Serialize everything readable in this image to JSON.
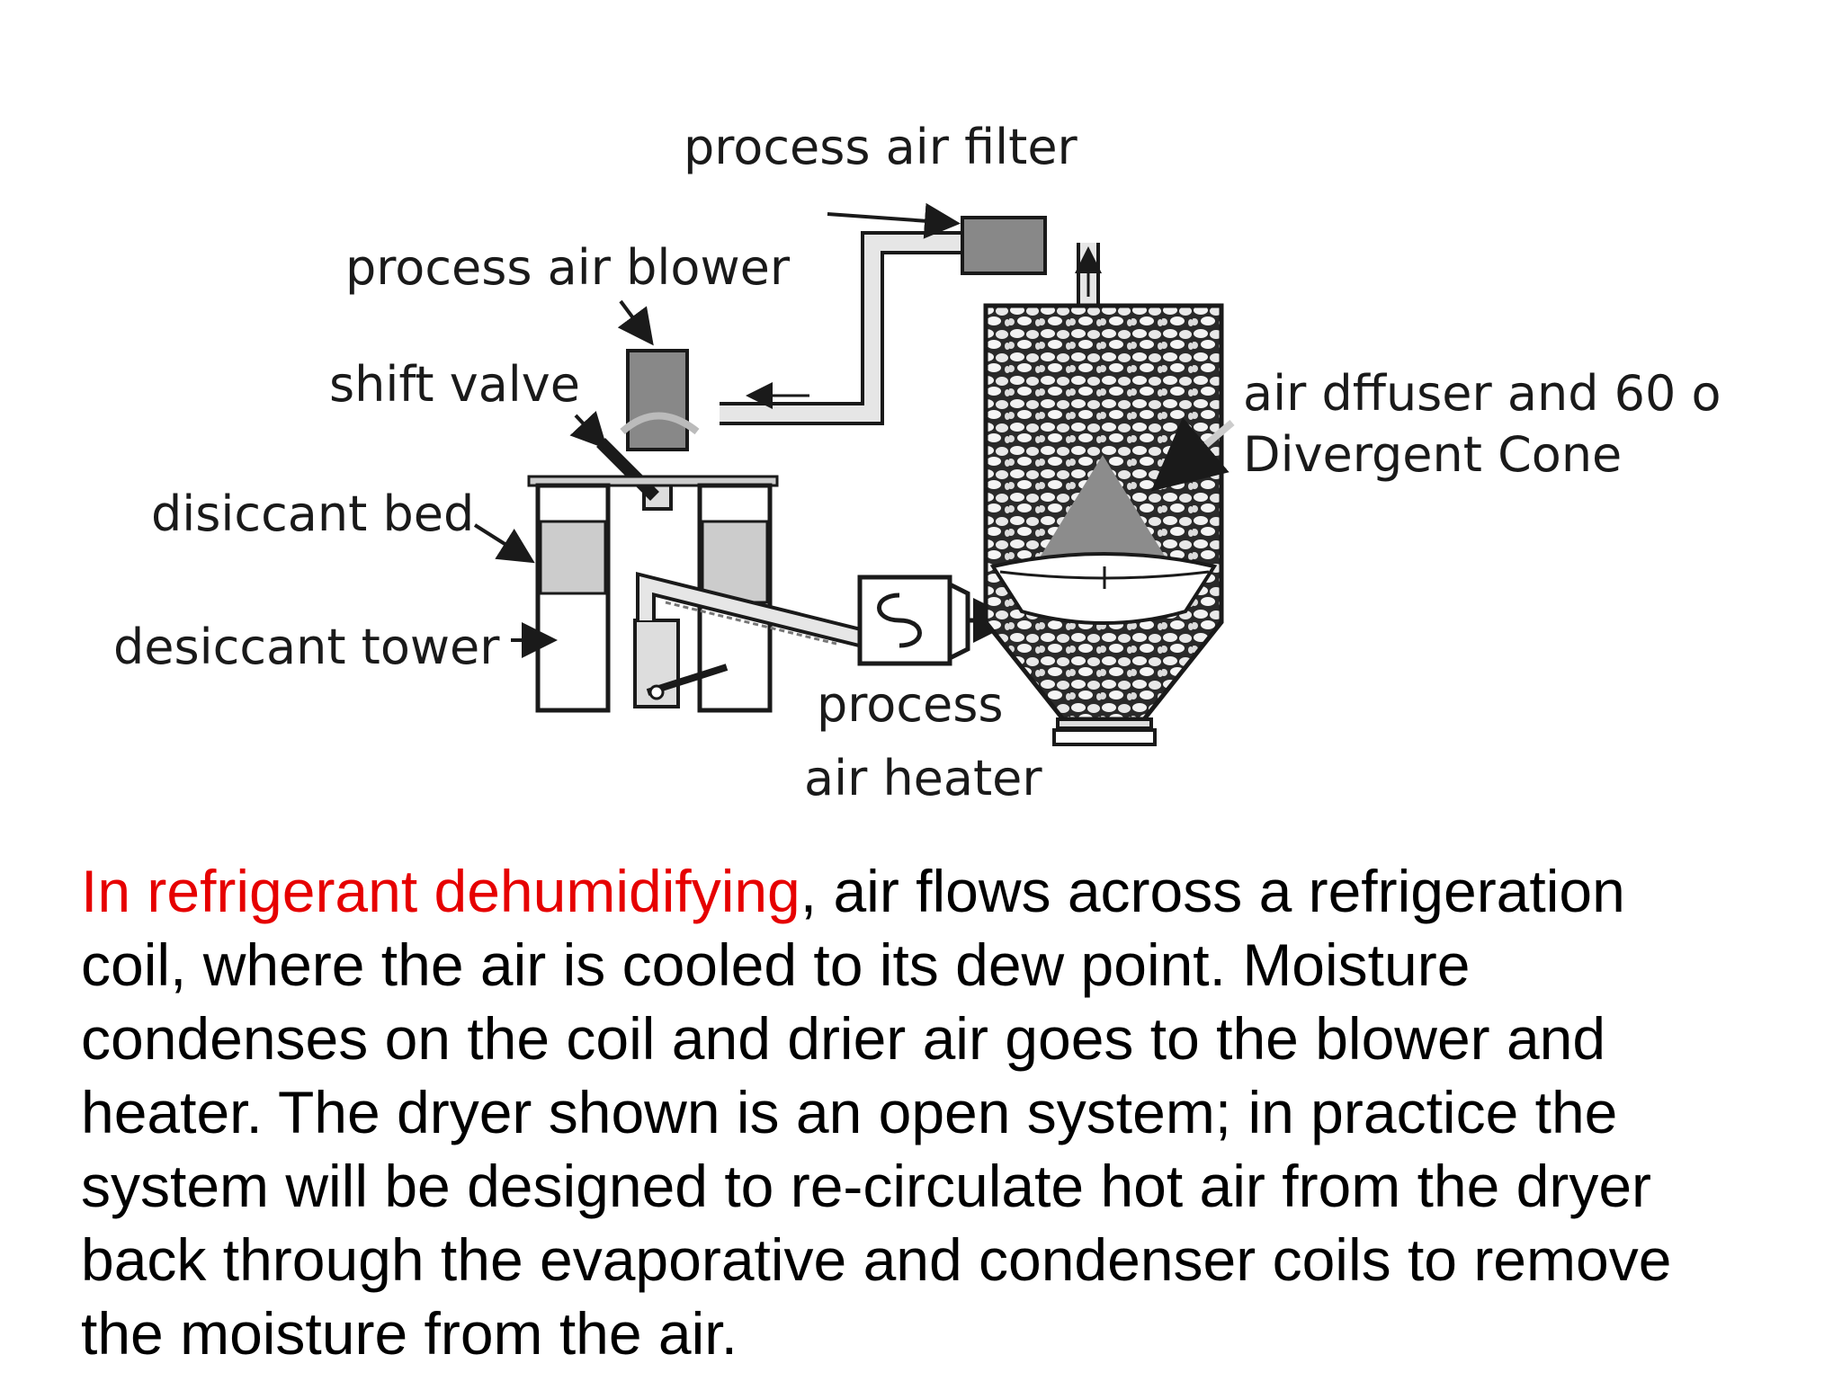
{
  "diagram": {
    "labels": {
      "process_air_filter": "process air filter",
      "process_air_blower": "process air blower",
      "shift_valve": "shift valve",
      "disiccant_bed": "disiccant bed",
      "desiccant_tower": "desiccant tower",
      "process": "process",
      "air_heater": "air heater",
      "air_diffuser_line1": "air dffuser and 60 o",
      "air_diffuser_line2": "Divergent Cone"
    }
  },
  "paragraph": {
    "highlight": "In refrigerant dehumidifying",
    "line1_rest": ", air flows across a refrigeration",
    "line2": "coil, where the air is cooled to its dew point. Moisture",
    "line3": "condenses on the coil and drier air goes to the blower and",
    "line4": "heater. The dryer shown is an open system; in practice the",
    "line5": "system will be designed to re-circulate hot air from the dryer",
    "line6": "back through the evaporative and condenser coils to remove",
    "line7": "the moisture from the air."
  },
  "colors": {
    "highlight": "#e60000",
    "text": "#000000"
  }
}
